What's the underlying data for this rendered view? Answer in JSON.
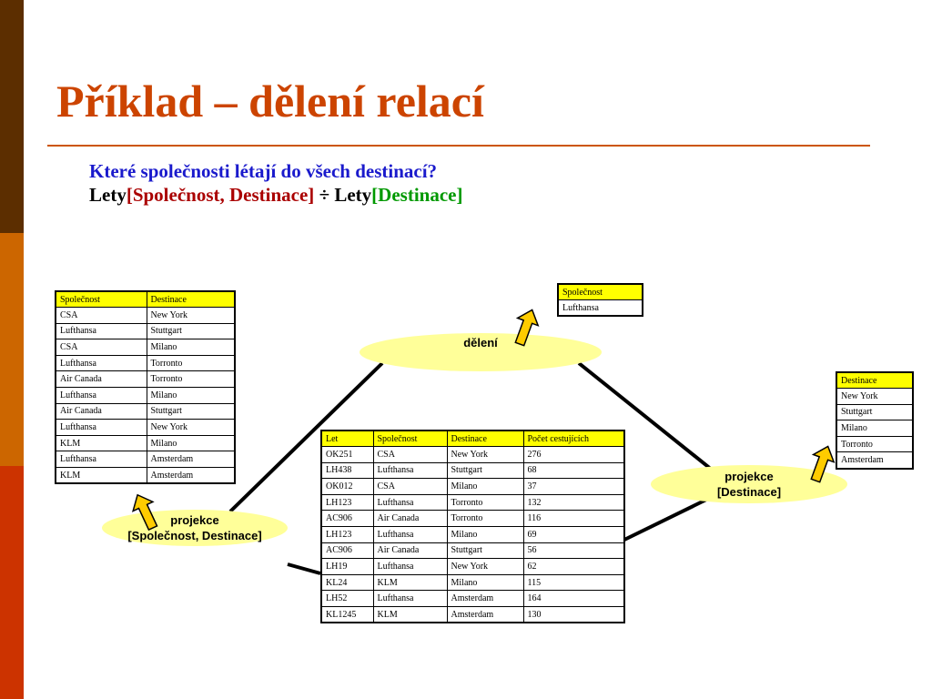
{
  "slide": {
    "title": "Příklad – dělení relací",
    "question": "Které společnosti létají do všech destinací?",
    "formula": {
      "rel1": "Lety",
      "attrs1": "[Společnost, Destinace]",
      "op": " ÷ ",
      "rel2": "Lety",
      "attrs2": "[Destinace]"
    },
    "labels": {
      "division": "dělení",
      "proj_dest_line1": "projekce",
      "proj_dest_line2": "[Destinace]",
      "proj_sd_line1": "projekce",
      "proj_sd_line2": "[Společnost, Destinace]"
    }
  },
  "colors": {
    "title": "#cc4400",
    "question": "#1a1acc",
    "attrs_red": "#aa0000",
    "attrs_green": "#009900",
    "header_fill": "#ffff00",
    "ellipse_fill": "#ffff99",
    "arrow_fill": "#ffcc00",
    "strip_dark": "#5c2e00",
    "strip_mid": "#cc6600",
    "strip_light": "#cc3300"
  },
  "tables": {
    "lety": {
      "columns": [
        "Let",
        "Společnost",
        "Destinace",
        "Počet cestujících"
      ],
      "rows": [
        [
          "OK251",
          "CSA",
          "New York",
          "276"
        ],
        [
          "LH438",
          "Lufthansa",
          "Stuttgart",
          "68"
        ],
        [
          "OK012",
          "CSA",
          "Milano",
          "37"
        ],
        [
          "LH123",
          "Lufthansa",
          "Torronto",
          "132"
        ],
        [
          "AC906",
          "Air  Canada",
          "Torronto",
          "116"
        ],
        [
          "LH123",
          "Lufthansa",
          "Milano",
          "69"
        ],
        [
          "AC906",
          "Air  Canada",
          "Stuttgart",
          "56"
        ],
        [
          "LH19",
          "Lufthansa",
          "New York",
          "62"
        ],
        [
          "KL24",
          "KLM",
          "Milano",
          "115"
        ],
        [
          "LH52",
          "Lufthansa",
          "Amsterdam",
          "164"
        ],
        [
          "KL1245",
          "KLM",
          "Amsterdam",
          "130"
        ]
      ]
    },
    "spol_dest": {
      "columns": [
        "Společnost",
        "Destinace"
      ],
      "rows": [
        [
          "CSA",
          "New York"
        ],
        [
          "Lufthansa",
          "Stuttgart"
        ],
        [
          "CSA",
          "Milano"
        ],
        [
          "Lufthansa",
          "Torronto"
        ],
        [
          "Air  Canada",
          "Torronto"
        ],
        [
          "Lufthansa",
          "Milano"
        ],
        [
          "Air  Canada",
          "Stuttgart"
        ],
        [
          "Lufthansa",
          "New York"
        ],
        [
          "KLM",
          "Milano"
        ],
        [
          "Lufthansa",
          "Amsterdam"
        ],
        [
          "KLM",
          "Amsterdam"
        ]
      ]
    },
    "destinace": {
      "columns": [
        "Destinace"
      ],
      "rows": [
        [
          "New York"
        ],
        [
          "Stuttgart"
        ],
        [
          "Milano"
        ],
        [
          "Torronto"
        ],
        [
          "Amsterdam"
        ]
      ]
    },
    "result": {
      "columns": [
        "Společnost"
      ],
      "rows": [
        [
          "Lufthansa"
        ]
      ]
    }
  }
}
